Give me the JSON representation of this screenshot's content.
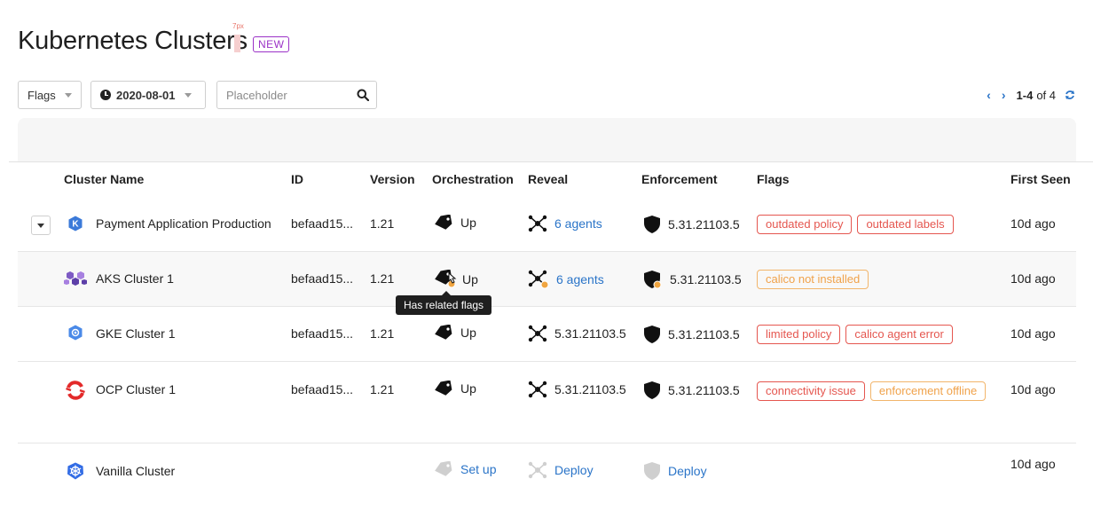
{
  "page": {
    "title": "Kubernetes Clusters",
    "badge": "NEW",
    "annotation": "7px"
  },
  "toolbar": {
    "flags_label": "Flags",
    "date_value": "2020-08-01",
    "search_placeholder": "Placeholder"
  },
  "pager": {
    "prev": "‹",
    "next": "›",
    "range": "1-4",
    "of": "of 4"
  },
  "columns": {
    "name": "Cluster Name",
    "id": "ID",
    "version": "Version",
    "orchestration": "Orchestration",
    "reveal": "Reveal",
    "enforcement": "Enforcement",
    "flags": "Flags",
    "first_seen": "First Seen"
  },
  "rows": [
    {
      "name": "Payment Application Production",
      "id": "befaad15...",
      "version": "1.21",
      "orchestration": "Up",
      "reveal": "6 agents",
      "enforcement": "5.31.21103.5",
      "flags": [
        "outdated policy",
        "outdated labels"
      ],
      "first_seen": "10d ago"
    },
    {
      "name": "AKS Cluster 1",
      "id": "befaad15...",
      "version": "1.21",
      "orchestration": "Up",
      "reveal": "6 agents",
      "enforcement": "5.31.21103.5",
      "flags": [
        "calico not installed"
      ],
      "first_seen": "10d ago"
    },
    {
      "name": "GKE Cluster 1",
      "id": "befaad15...",
      "version": "1.21",
      "orchestration": "Up",
      "reveal": "5.31.21103.5",
      "enforcement": "5.31.21103.5",
      "flags": [
        "limited policy",
        "calico agent error"
      ],
      "first_seen": "10d ago"
    },
    {
      "name": "OCP Cluster 1",
      "id": "befaad15...",
      "version": "1.21",
      "orchestration": "Up",
      "reveal": "5.31.21103.5",
      "enforcement": "5.31.21103.5",
      "flags": [
        "connectivity issue",
        "enforcement offline"
      ],
      "first_seen": "10d ago"
    },
    {
      "name": "Vanilla Cluster",
      "orchestration": "Set up",
      "reveal": "Deploy",
      "enforcement": "Deploy",
      "first_seen": "10d ago"
    }
  ],
  "tooltip": "Has related flags",
  "colors": {
    "accent": "#2a74c8",
    "danger": "#e5564f",
    "warning": "#f0a24a",
    "badge": "#9b32c7"
  }
}
